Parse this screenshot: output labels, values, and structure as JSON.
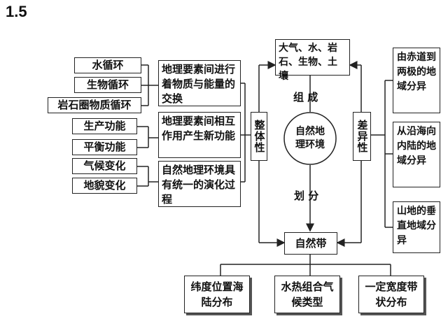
{
  "section_number": "1.5",
  "left_items": [
    "水循环",
    "生物循环",
    "岩石圈物质循环",
    "生产功能",
    "平衡功能",
    "气候变化",
    "地貌变化"
  ],
  "middle_boxes": [
    "地理要素间进行着物质与能量的交换",
    "地理要素间相互作用产生新功能",
    "自然地理环境具有统一的演化过程"
  ],
  "top_box": "大气、水、岩石、生物、土壤",
  "composition_label": "组 成",
  "center_circle": "自然地理环境",
  "left_vertical": "整体性",
  "right_vertical": "差异性",
  "division_label": "划 分",
  "natural_zone": "自然带",
  "right_boxes": [
    "由赤道到两极的地域分异",
    "从沿海向内陆的地域分异",
    "山地的垂直地域分异"
  ],
  "bottom_boxes": [
    "纬度位置海陆分布",
    "水热组合气候类型",
    "一定宽度带状分布"
  ]
}
